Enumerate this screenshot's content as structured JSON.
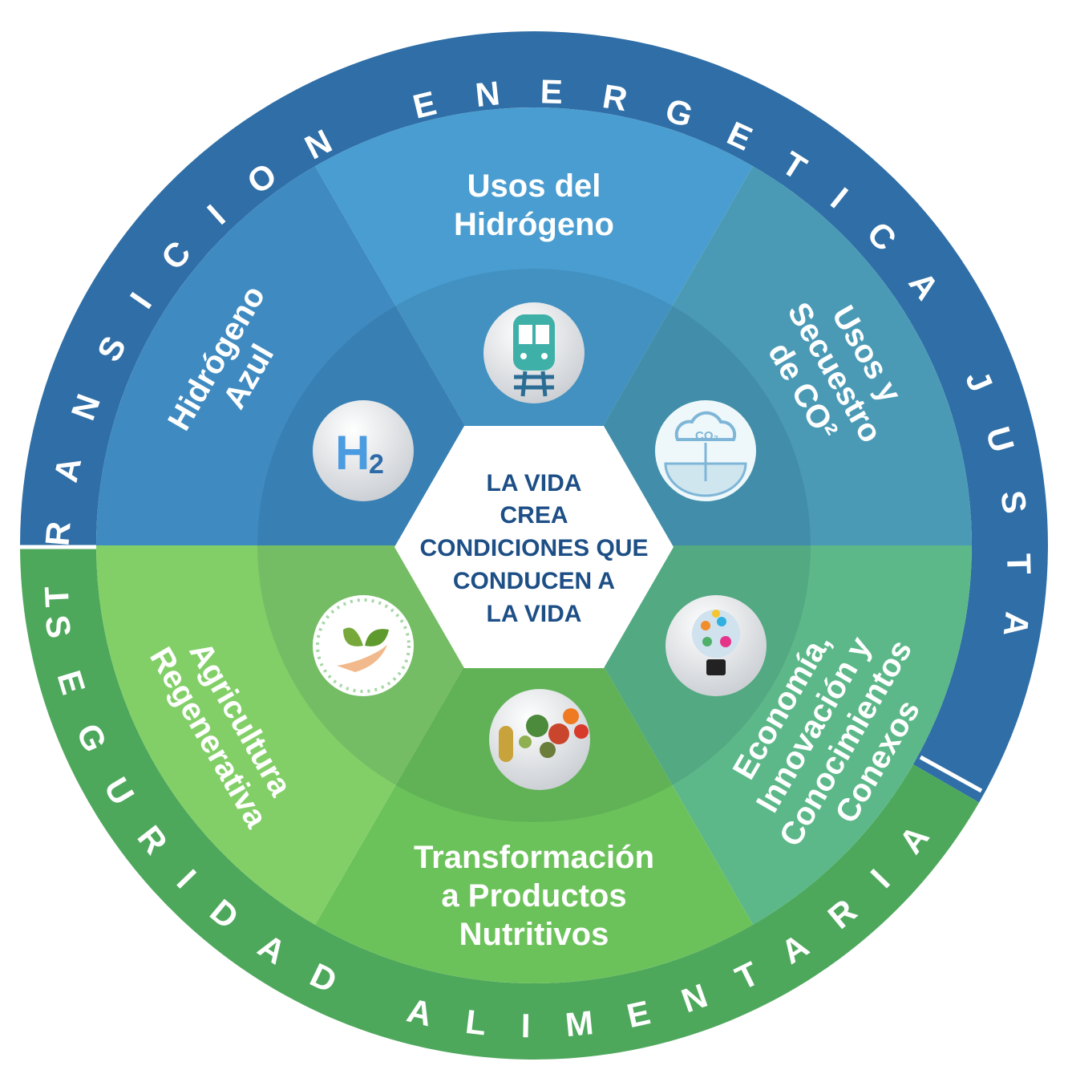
{
  "ring": {
    "top_text": "TRANSICION ENERGETICA JUSTA",
    "bottom_text": "SEGURIDAD ALIMENTARIA"
  },
  "center": {
    "lines": [
      "LA VIDA",
      "CREA",
      "CONDICIONES QUE",
      "CONDUCEN A",
      "LA VIDA"
    ]
  },
  "segments": {
    "top": {
      "lines": [
        "Usos del",
        "Hidrógeno"
      ],
      "icon": "train-icon"
    },
    "top_right": {
      "lines": [
        "Usos y",
        "Secuestro",
        "de CO²"
      ],
      "icon": "co2-capture-icon"
    },
    "bottom_right": {
      "lines": [
        "Economía,",
        "Innovación y",
        "Conocimientos",
        "Conexos"
      ],
      "icon": "lightbulb-icon"
    },
    "bottom": {
      "lines": [
        "Transformación",
        "a Productos",
        "Nutritivos"
      ],
      "icon": "food-nutrition-icon"
    },
    "bottom_left": {
      "lines": [
        "Agricultura",
        "Regenerativa"
      ],
      "icon": "hand-leaf-icon"
    },
    "top_left": {
      "lines": [
        "Hidrógeno",
        "Azul"
      ],
      "icon": "h2-icon",
      "icon_text": "H",
      "icon_sub": "2"
    }
  },
  "icons": {
    "co2_label": "CO₂"
  },
  "colors": {
    "ring_blue": "#2f6ea6",
    "ring_green": "#4ea85c",
    "top": "#4a9dd0",
    "top_right": "#4a9ab6",
    "bottom_right": "#5cb889",
    "bottom": "#6cc25a",
    "bottom_left": "#82cf68",
    "top_left": "#3f8bc1",
    "core_text": "#1d4f86"
  }
}
